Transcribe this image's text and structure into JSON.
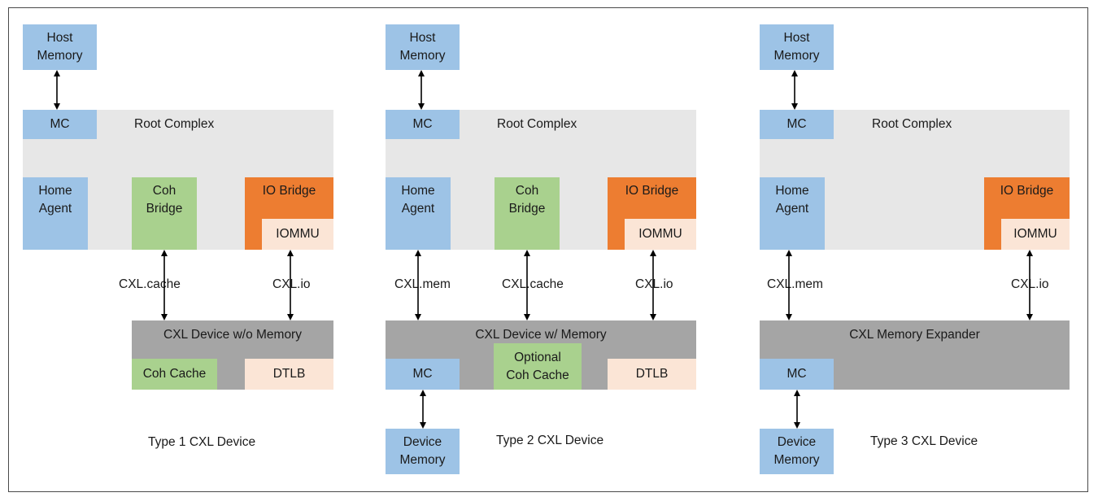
{
  "panels": [
    {
      "host_memory": "Host\nMemory",
      "mc": "MC",
      "root_complex": "Root Complex",
      "home_agent": "Home\nAgent",
      "coh_bridge": "Coh\nBridge",
      "io_bridge": "IO Bridge",
      "iommu": "IOMMU",
      "link_left": "CXL.cache",
      "link_right": "CXL.io",
      "device": "CXL Device w/o Memory",
      "dev_left": "Coh Cache",
      "dev_right": "DTLB",
      "caption": "Type 1 CXL Device"
    },
    {
      "host_memory": "Host\nMemory",
      "mc": "MC",
      "root_complex": "Root Complex",
      "home_agent": "Home\nAgent",
      "coh_bridge": "Coh\nBridge",
      "io_bridge": "IO Bridge",
      "iommu": "IOMMU",
      "link_left": "CXL.mem",
      "link_mid": "CXL.cache",
      "link_right": "CXL.io",
      "device": "CXL Device w/ Memory",
      "dev_mc": "MC",
      "dev_mid": "Optional\nCoh Cache",
      "dev_right": "DTLB",
      "device_memory": "Device\nMemory",
      "caption": "Type 2 CXL Device"
    },
    {
      "host_memory": "Host\nMemory",
      "mc": "MC",
      "root_complex": "Root Complex",
      "home_agent": "Home\nAgent",
      "io_bridge": "IO Bridge",
      "iommu": "IOMMU",
      "link_left": "CXL.mem",
      "link_right": "CXL.io",
      "device": "CXL Memory Expander",
      "dev_mc": "MC",
      "device_memory": "Device\nMemory",
      "caption": "Type 3 CXL Device"
    }
  ],
  "colors": {
    "memory_blue": "#9dc3e6",
    "root_complex_gray": "#e7e7e7",
    "device_gray": "#a5a5a5",
    "coh_green": "#a9d18e",
    "io_orange": "#ed7d31",
    "peach": "#fbe5d6"
  }
}
